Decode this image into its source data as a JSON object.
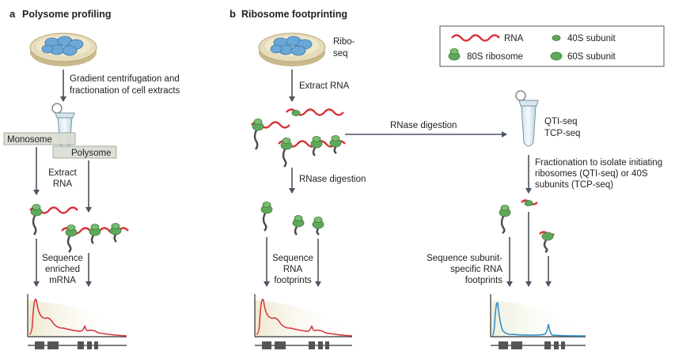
{
  "colors": {
    "rna": "#d6333a",
    "ribosome": "#5fa85a",
    "ribosome_dark": "#3f7d3b",
    "peptide": "#4a4a4a",
    "arrow": "#4a5560",
    "dish": "#d7c9a3",
    "cells": "#6aa8d8",
    "profile_red": "#d6333a",
    "profile_blue": "#2a8cc8",
    "profile_fill": "#f2eedb",
    "gene": "#555555",
    "label_box": "#d9ddd2"
  },
  "panel_a": {
    "letter": "a",
    "title": "Polysome profiling",
    "step1": [
      "Gradient centrifugation and",
      "fractionation of cell extracts"
    ],
    "monosome": "Monosome",
    "polysome": "Polysome",
    "extract": [
      "Extract",
      "RNA"
    ],
    "sequence": [
      "Sequence",
      "enriched",
      "mRNA"
    ]
  },
  "panel_b": {
    "letter": "b",
    "title": "Ribosome footprinting",
    "riboseq": [
      "Ribo-",
      "seq"
    ],
    "extract": "Extract RNA",
    "rnase_h": "RNase digestion",
    "rnase_v": "RNase digestion",
    "sequence": [
      "Sequence",
      "RNA",
      "footprints"
    ],
    "qti": [
      "QTI-seq",
      "TCP-seq"
    ],
    "fractionation": [
      "Fractionation to isolate initiating",
      "ribosomes (QTI-seq) or 40S",
      "subunits (TCP-seq)"
    ],
    "sequence_subunit": [
      "Sequence subunit-",
      "specific RNA",
      "footprints"
    ]
  },
  "legend": {
    "rna": "RNA",
    "s40": "40S subunit",
    "r80": "80S ribosome",
    "s60": "60S subunit"
  }
}
